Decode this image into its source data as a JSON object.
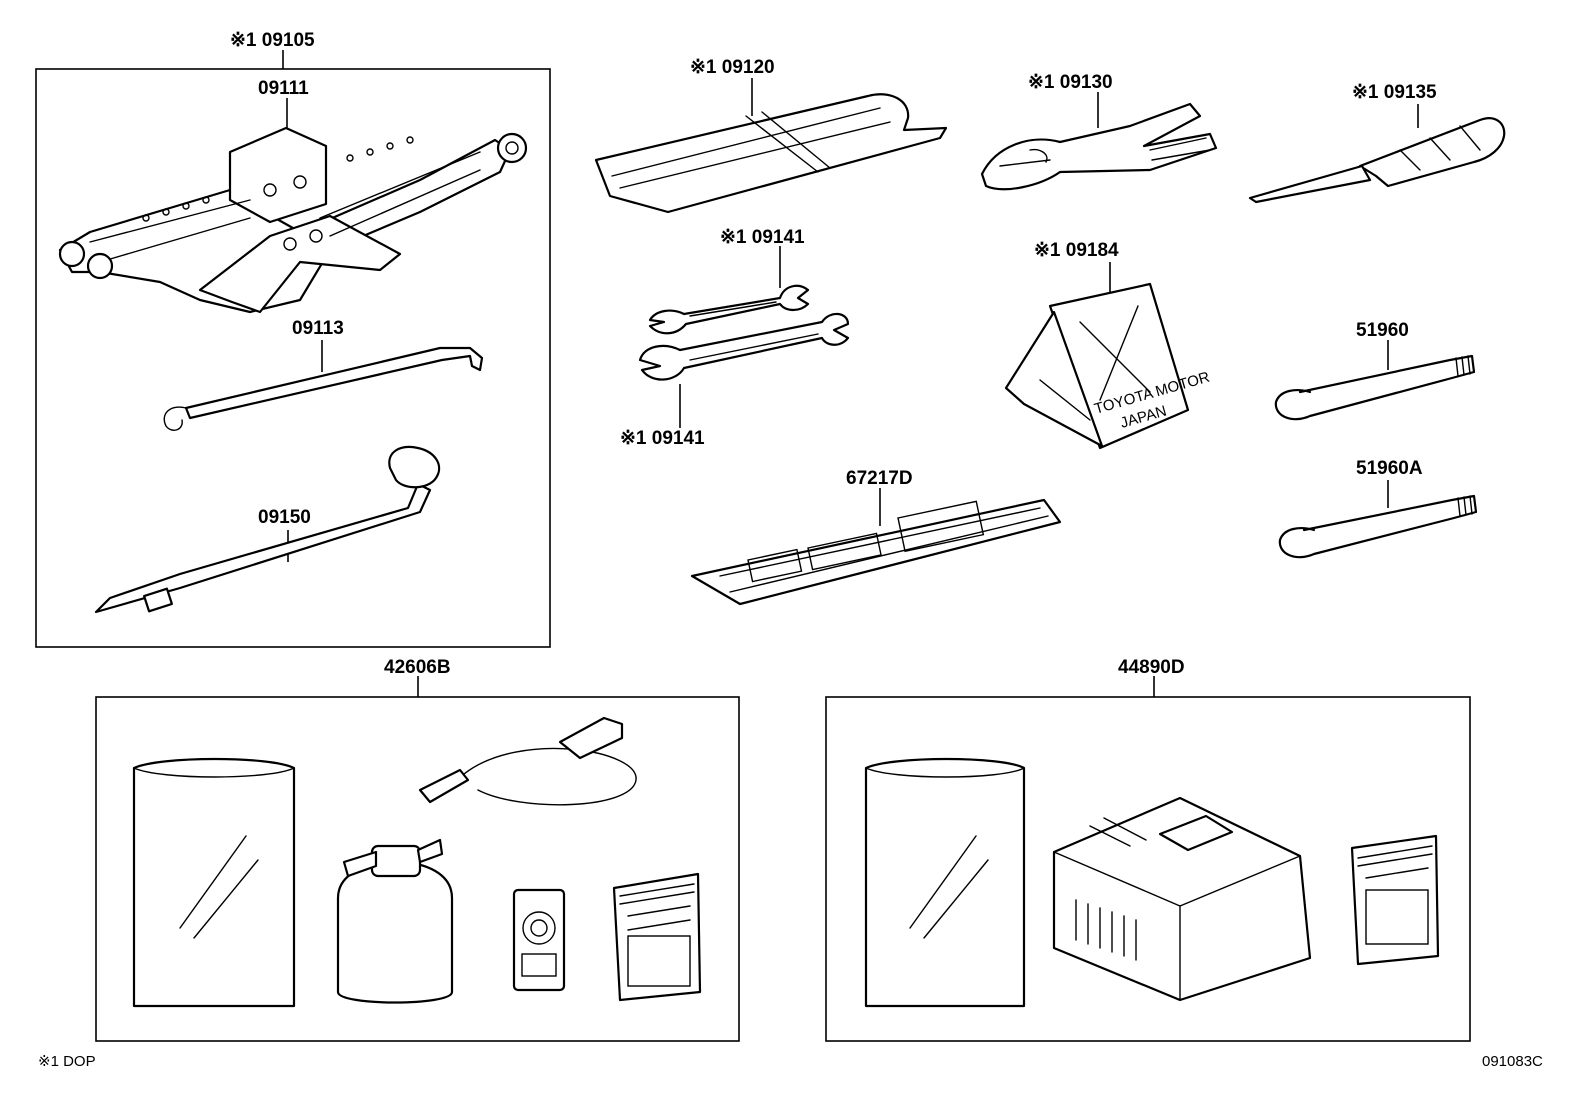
{
  "labels": {
    "jack_kit": "※1 09105",
    "jack": "09111",
    "jack_handle": "09113",
    "lug_wrench": "09150",
    "tool_bag": "※1 09120",
    "pliers": "※1 09130",
    "screwdriver": "※1 09135",
    "wrench_upper": "※1 09141",
    "wrench_lower": "※1 09141",
    "wheel_chock": "※1 09184",
    "tow_hook_1": "51960",
    "tow_hook_2": "51960A",
    "tray": "67217D",
    "repair_kit": "42606B",
    "compressor_kit": "44890D"
  },
  "stamps": {
    "chock_brand": "TOYOTA MOTOR",
    "chock_origin": "JAPAN"
  },
  "footer": {
    "legend": "※1 DOP",
    "diagram_code": "091083C"
  }
}
